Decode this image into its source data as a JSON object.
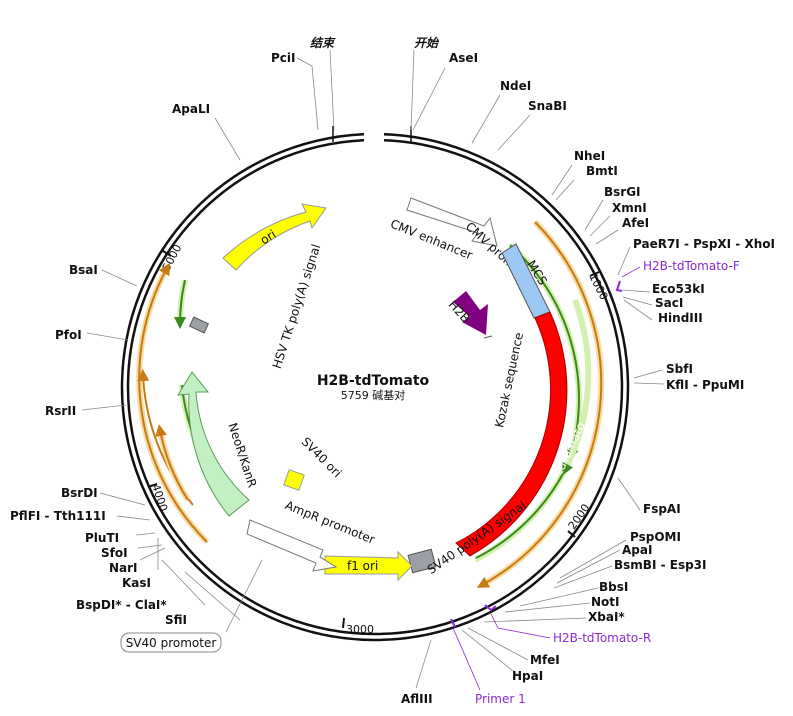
{
  "plasmid": {
    "name": "H2B-tdTomato",
    "length_label": "5759 碱基对",
    "length_bp": 5759,
    "start_label": "开始",
    "end_label": "结束"
  },
  "ticks": [
    "1000",
    "2000",
    "3000",
    "4000",
    "5000"
  ],
  "enzymes": {
    "ase": "AseI",
    "nde": "NdeI",
    "snab": "SnaBI",
    "nhe": "NheI",
    "bmt": "BmtI",
    "bsrg": "BsrGI",
    "xmn": "XmnI",
    "afe": "AfeI",
    "paer": "PaeR7I - PspXI - XhoI",
    "eco53": "Eco53kI",
    "sac": "SacI",
    "hind": "HindIII",
    "sbf": "SbfI",
    "kfl": "KflI - PpuMI",
    "fspa": "FspAI",
    "pspom": "PspOMI",
    "apa": "ApaI",
    "bsmb": "BsmBI - Esp3I",
    "bbs": "BbsI",
    "not": "NotI",
    "xba": "XbaI*",
    "mfe": "MfeI",
    "hpa": "HpaI",
    "afl3": "AflIII",
    "sfi": "SfiI",
    "bspd": "BspDI* - ClaI*",
    "kas": "KasI",
    "nar": "NarI",
    "sfo": "SfoI",
    "plu": "PluTI",
    "pfl": "PflFI - Tth111I",
    "bsrd": "BsrDI",
    "rsr": "RsrII",
    "pfo": "PfoI",
    "bsa": "BsaI",
    "apal": "ApaLI",
    "pci": "PciI"
  },
  "primers": {
    "f": "H2B-tdTomato-F",
    "r": "H2B-tdTomato-R",
    "p1": "Primer 1"
  },
  "features": {
    "cmv_enh": "CMV enhancer",
    "cmv_prom": "CMV promoter",
    "mcs": "MCS",
    "h2b": "H2B",
    "kozak": "Kozak sequence",
    "tdtomato": "tdTomato",
    "sv40pa": "SV40 poly(A) signal",
    "f1ori": "f1 ori",
    "ampr_prom": "AmpR promoter",
    "sv40ori": "SV40 ori",
    "neor": "NeoR/KanR",
    "hsvtk": "HSV TK poly(A) signal",
    "ori": "ori",
    "sv40prom": "SV40 promoter"
  },
  "colors": {
    "tdtomato": "#ff0000",
    "mcs": "#9ec8f4",
    "h2b": "#800080",
    "ori": "#ffff00",
    "neor": "#c2f0c2",
    "primer": "#8a2bd0",
    "orf_orange": "#c87a14",
    "orf_green": "#3a8a1a",
    "terminator": "#9aa0a6"
  }
}
